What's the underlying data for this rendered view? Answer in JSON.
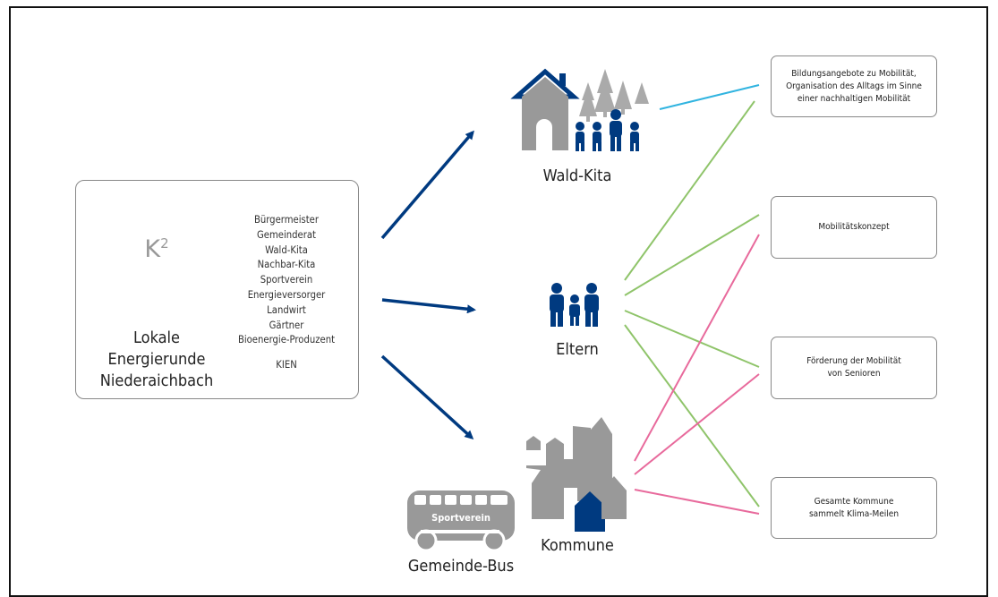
{
  "source": {
    "logo_text": "K",
    "logo_sup": "2",
    "title_lines": [
      "Lokale",
      "Energierunde",
      "Niederaichbach"
    ],
    "members": [
      "Bürgermeister",
      "Gemeinderat",
      "Wald-Kita",
      "Nachbar-Kita",
      "Sportverein",
      "Energieversorger",
      "Landwirt",
      "Gärtner",
      "Bioenergie-Produzent"
    ],
    "extra_member": "KIEN"
  },
  "actors": {
    "wald_kita": "Wald-Kita",
    "eltern": "Eltern",
    "kommune": "Kommune",
    "bus": "Gemeinde-Bus",
    "bus_sign": "Sportverein"
  },
  "goals": [
    {
      "lines": [
        "Bildungsangebote zu Mobilität,",
        "Organisation des Alltags im Sinne",
        "einer nachhaltigen Mobilität"
      ]
    },
    {
      "lines": [
        "Mobilitätskonzept"
      ]
    },
    {
      "lines": [
        "Förderung der Mobilität",
        "von Senioren"
      ]
    },
    {
      "lines": [
        "Gesamte Kommune",
        "sammelt Klima-Meilen"
      ]
    }
  ],
  "colors": {
    "navy": "#003a80",
    "gray_icon": "#999999",
    "blue_line": "#31b4e0",
    "green_line": "#8fc46a",
    "pink_line": "#e86a9c"
  }
}
